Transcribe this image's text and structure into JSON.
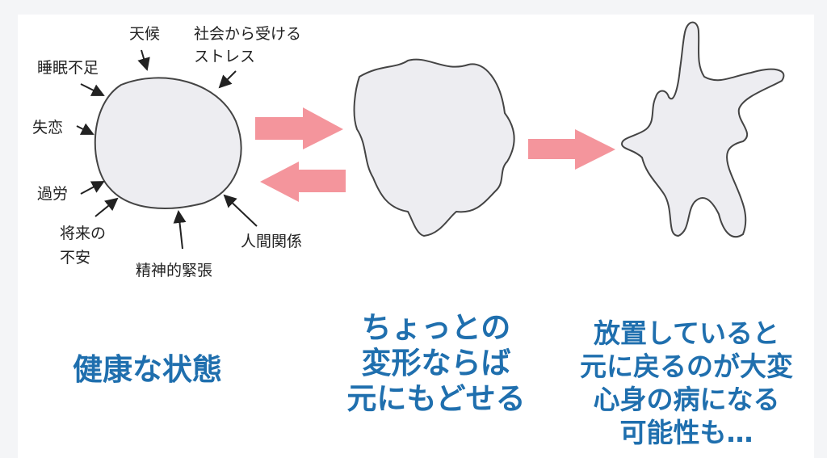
{
  "stressors": {
    "weather": "天候",
    "social_1": "社会から受ける",
    "social_2": "ストレス",
    "sleep": "睡眠不足",
    "heartbreak": "失恋",
    "overwork": "過労",
    "future_1": "将来の",
    "future_2": "不安",
    "tension": "精神的緊張",
    "relations": "人間関係"
  },
  "captions": {
    "healthy": "健康な状態",
    "slight": [
      "ちょっとの",
      "変形ならば",
      "元にもどせる"
    ],
    "neglect": [
      "放置していると",
      "元に戻るのが大変",
      "心身の病になる",
      "可能性も…"
    ]
  },
  "colors": {
    "arrow": "#f4959c",
    "caption": "#1f6fae",
    "shape_fill": "#ededf1"
  }
}
